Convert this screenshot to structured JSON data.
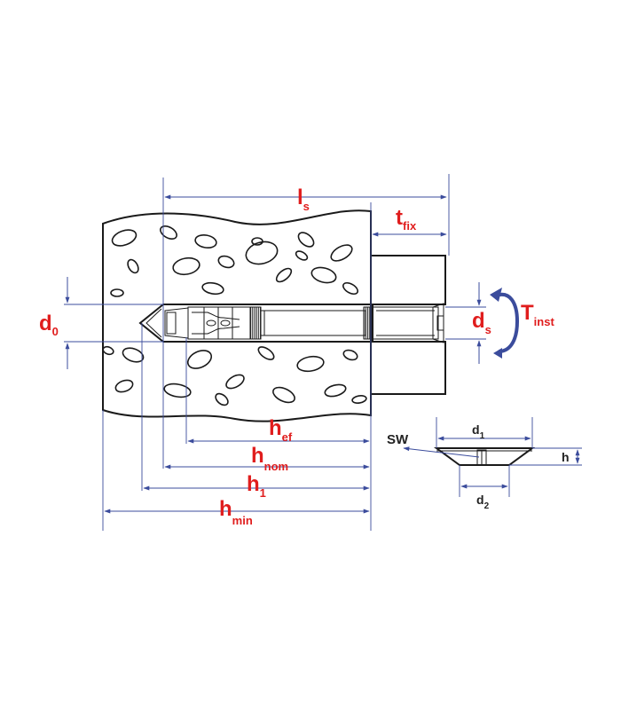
{
  "colors": {
    "label": "#e01d1d",
    "small_label": "#222222",
    "dimension": "#3b4c9c",
    "torque_arrow": "#3b4c9c",
    "outline": "#1a1a1a"
  },
  "labels": {
    "ls": {
      "main": "l",
      "sub": "s"
    },
    "tfix": {
      "main": "t",
      "sub": "fix"
    },
    "d0": {
      "main": "d",
      "sub": "0"
    },
    "ds": {
      "main": "d",
      "sub": "s"
    },
    "tinst": {
      "main": "T",
      "sub": "inst"
    },
    "hef": {
      "main": "h",
      "sub": "ef"
    },
    "hnom": {
      "main": "h",
      "sub": "nom"
    },
    "h1": {
      "main": "h",
      "sub": "1"
    },
    "hmin": {
      "main": "h",
      "sub": "min"
    },
    "sw": "SW",
    "d1": {
      "main": "d",
      "sub": "1"
    },
    "d2": {
      "main": "d",
      "sub": "2"
    },
    "h": "h"
  }
}
